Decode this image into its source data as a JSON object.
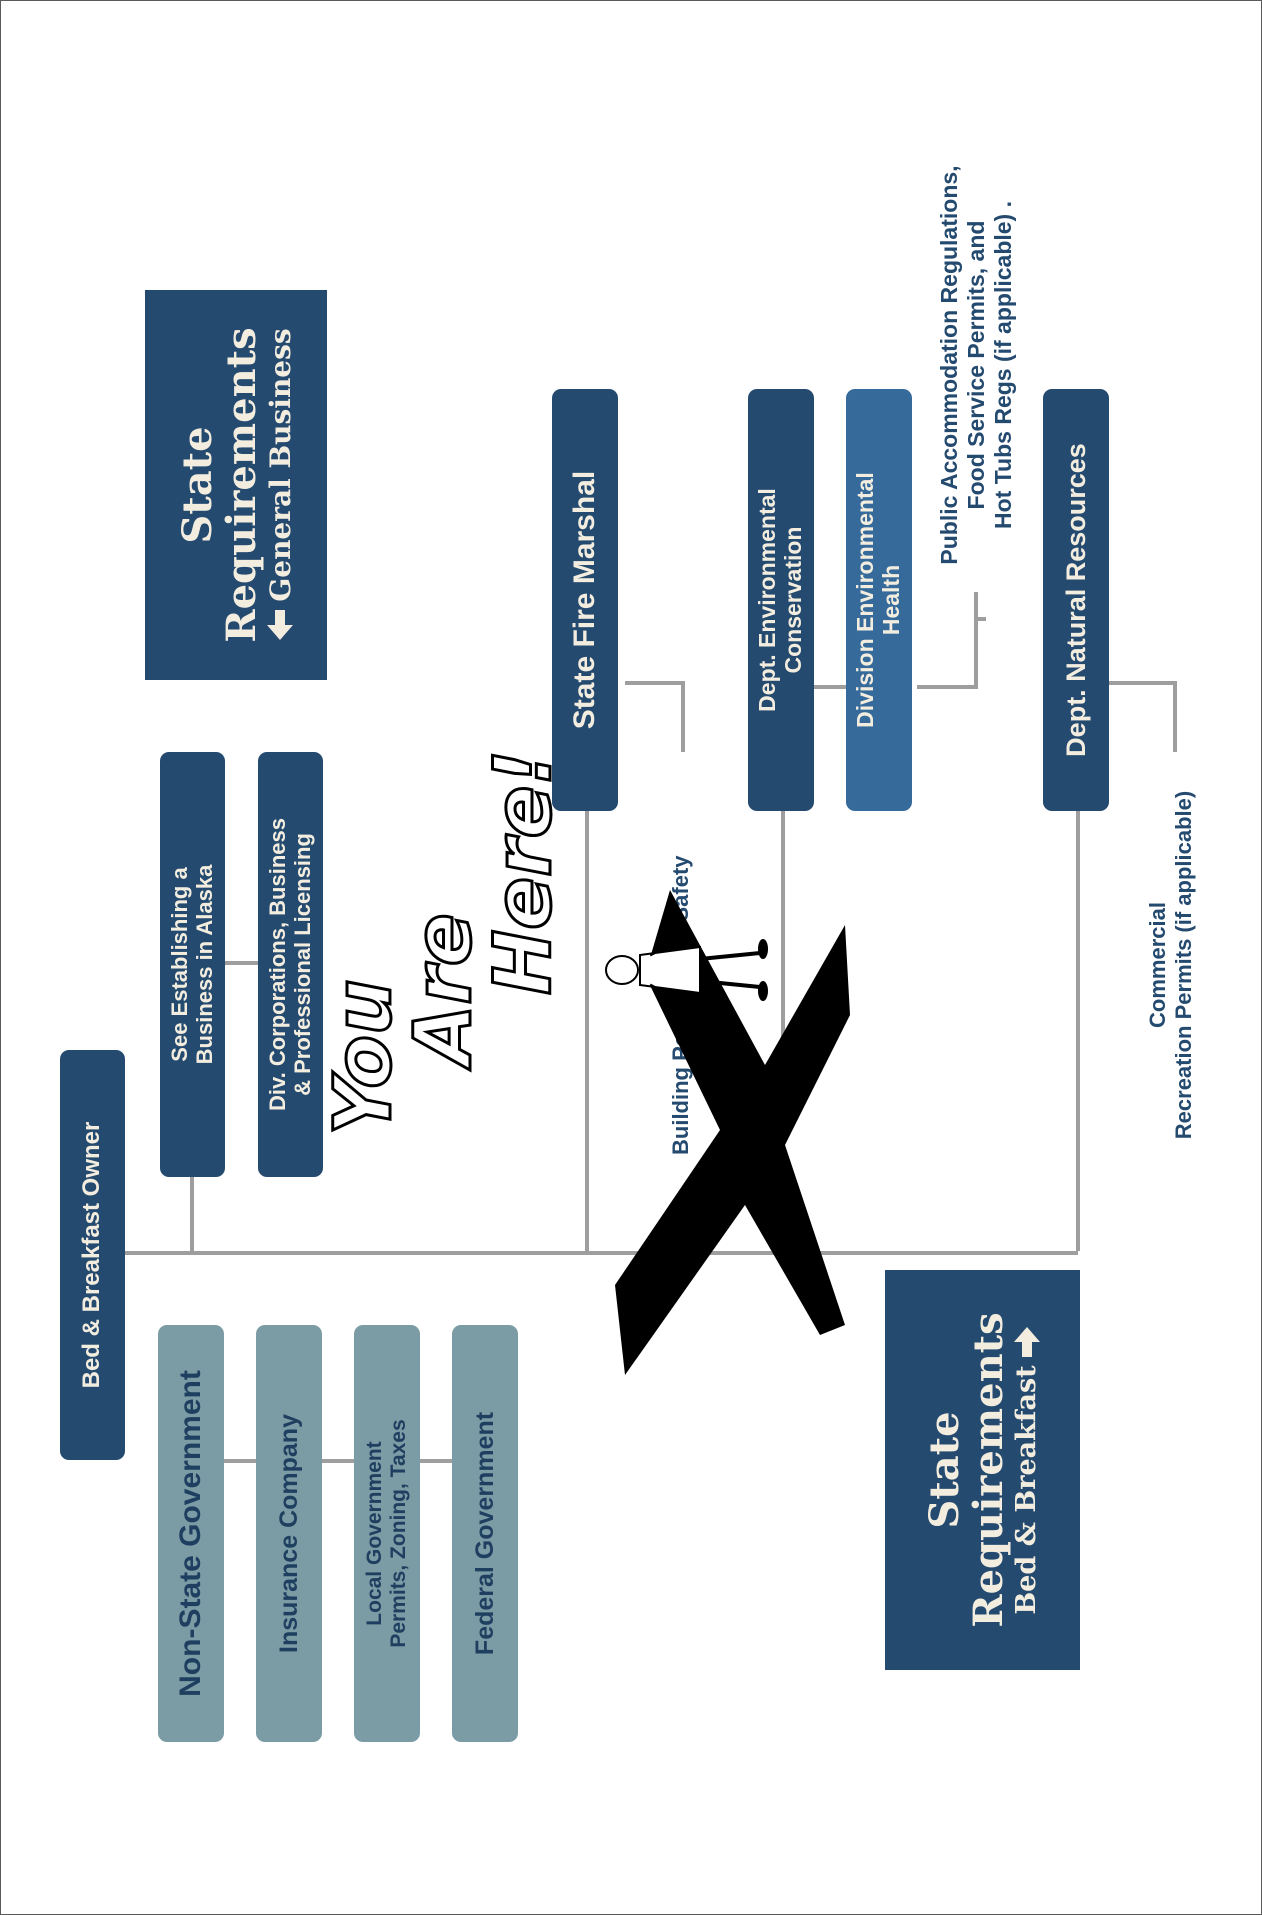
{
  "owner": "Bed & Breakfast Owner",
  "state_general": {
    "line1": "State",
    "line2": "Requirements",
    "arrow": "left-arrow-icon",
    "sub": "General Business"
  },
  "state_bb": {
    "line1": "State",
    "line2": "Requirements",
    "sub": "Bed & Breakfast",
    "arrow": "right-arrow-icon"
  },
  "non_state": {
    "non_state_government": "Non-State Government",
    "insurance_company": "Insurance Company",
    "local_government": [
      "Local Government",
      "Permits, Zoning, Taxes"
    ],
    "federal_government": "Federal Government"
  },
  "general_business": {
    "establishing": [
      "See Establishing a",
      "Business in Alaska"
    ],
    "division_corporations": [
      "Div. Corporations, Business",
      "& Professional Licensing"
    ]
  },
  "agencies": {
    "fire_marshal": "State Fire Marshal",
    "fire_marshal_note": "Building Permits, Fire Safety",
    "dec": [
      "Dept. Environmental",
      "Conservation"
    ],
    "deh": [
      "Division Environmental",
      "Health"
    ],
    "deh_note": [
      "Public Accommodation Regulations,",
      "Food Service Permits, and",
      "Hot Tubs Regs (if applicable) ."
    ],
    "dnr": "Dept. Natural Resources",
    "dnr_note": [
      "Commercial",
      "Recreation Permits (if applicable)"
    ]
  },
  "you_are_here": [
    "You",
    "Are",
    "Here!"
  ],
  "marker_icon": "x-mark-icon",
  "figure_icon": "person-icon",
  "colors": {
    "dark_blue": "#244a6f",
    "medium_blue": "#356a9a",
    "slate_grey": "#7b9ba5",
    "connector": "#9e9e9e",
    "cream_text": "#f3ede0"
  }
}
